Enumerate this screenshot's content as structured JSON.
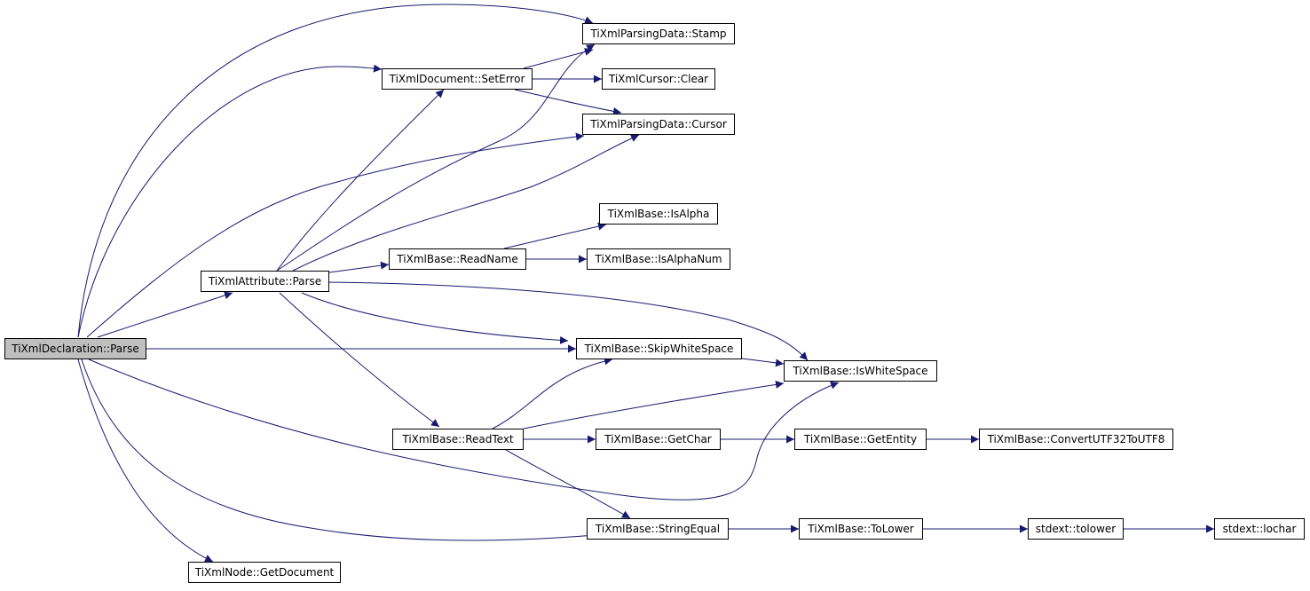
{
  "colors": {
    "edge": "#191970",
    "node_border": "#000000",
    "node_fill": "#ffffff",
    "root_fill": "#bfbfbf"
  },
  "nodes": {
    "declaration_parse": "TiXmlDeclaration::Parse",
    "attribute_parse": "TiXmlAttribute::Parse",
    "node_getdocument": "TiXmlNode::GetDocument",
    "document_seterror": "TiXmlDocument::SetError",
    "readname": "TiXmlBase::ReadName",
    "readtext": "TiXmlBase::ReadText",
    "parsingdata_stamp": "TiXmlParsingData::Stamp",
    "cursor_clear": "TiXmlCursor::Clear",
    "parsingdata_cursor": "TiXmlParsingData::Cursor",
    "isalpha": "TiXmlBase::IsAlpha",
    "isalphanum": "TiXmlBase::IsAlphaNum",
    "skipwhitespace": "TiXmlBase::SkipWhiteSpace",
    "getchar": "TiXmlBase::GetChar",
    "stringequal": "TiXmlBase::StringEqual",
    "iswhitespace": "TiXmlBase::IsWhiteSpace",
    "getentity": "TiXmlBase::GetEntity",
    "tolower": "TiXmlBase::ToLower",
    "convertutf32": "TiXmlBase::ConvertUTF32ToUTF8",
    "stdext_tolower": "stdext::tolower",
    "stdext_lochar": "stdext::lochar"
  }
}
